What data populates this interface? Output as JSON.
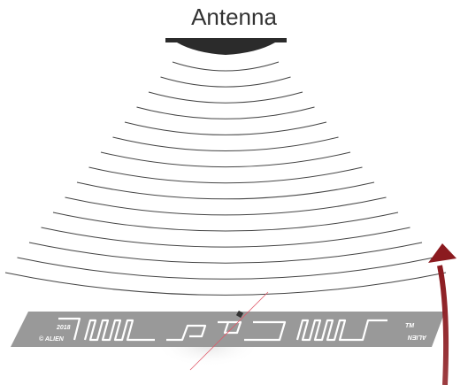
{
  "diagram": {
    "antenna_label": "Antenna",
    "tag_text_left_top": "2018",
    "tag_text_left_bottom": "© ALIEN",
    "tag_text_right_top": "TM",
    "tag_text_right_bottom": "ALIEN"
  },
  "colors": {
    "antenna": "#2b2b2b",
    "waves": "#444444",
    "tag": "#999999",
    "arrow": "#8b1a1f",
    "axis_line": "#e05a6a"
  }
}
